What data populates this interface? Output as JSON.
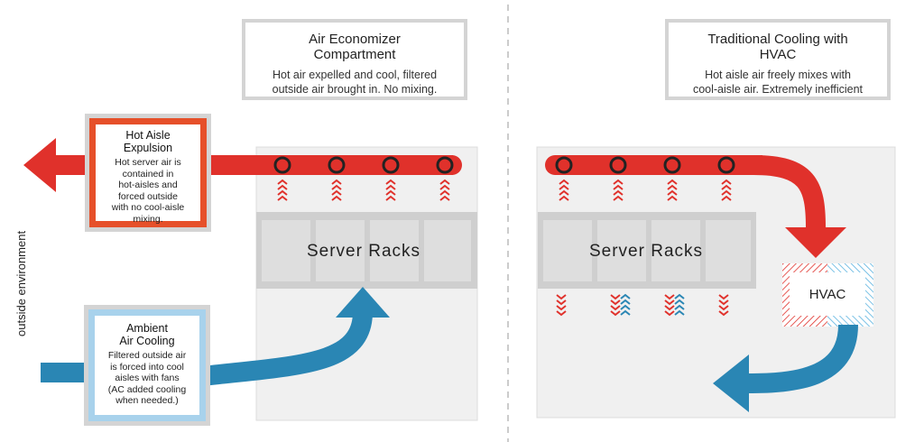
{
  "left_panel": {
    "title": "Air Economizer\nCompartment",
    "description": "Hot air expelled and cool, filtered\noutside air brought in. No mixing.",
    "racks_label": "Server Racks",
    "hot_note": {
      "title": "Hot Aisle\nExpulsion",
      "text": "Hot server air is\ncontained in\nhot-aisles and\nforced outside\nwith no cool-aisle\nmixing."
    },
    "cool_note": {
      "title": "Ambient\nAir Cooling",
      "text": "Filtered outside air\nis forced into cool\naisles with fans\n(AC added cooling\nwhen needed.)"
    }
  },
  "right_panel": {
    "title": "Traditional Cooling with\nHVAC",
    "description": "Hot aisle air freely mixes with\ncool-aisle air. Extremely inefficient",
    "racks_label": "Server Racks",
    "hvac_label": "HVAC"
  },
  "side_label": "outside environment",
  "colors": {
    "hot": "#e0312b",
    "cool": "#2a86b4",
    "hot_note_border": "#e6502a",
    "cool_note_border": "#a8d2ec",
    "panel_bg": "#f0f0f0",
    "rack": "#cfcfcf",
    "divider": "#bbbbbb"
  },
  "icons": [
    "vent-circle-icon",
    "hot-chevron-up-icon",
    "cool-chevron-up-icon",
    "hot-chevron-down-icon",
    "arrow-left-icon",
    "arrow-right-icon"
  ]
}
